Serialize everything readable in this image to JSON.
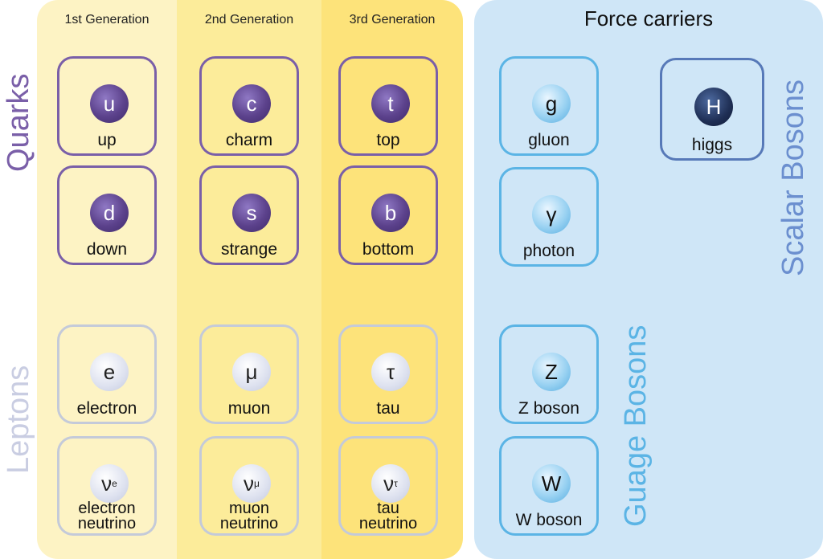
{
  "generations": [
    "1st Generation",
    "2nd Generation",
    "3rd Generation"
  ],
  "force_carriers_title": "Force carriers",
  "side_labels": {
    "quarks": "Quarks",
    "leptons": "Leptons",
    "scalar_bosons": "Scalar Bosons",
    "gauge_bosons": "Guage Bosons"
  },
  "quarks": [
    {
      "symbol": "u",
      "name": "up"
    },
    {
      "symbol": "c",
      "name": "charm"
    },
    {
      "symbol": "t",
      "name": "top"
    },
    {
      "symbol": "d",
      "name": "down"
    },
    {
      "symbol": "s",
      "name": "strange"
    },
    {
      "symbol": "b",
      "name": "bottom"
    }
  ],
  "leptons": [
    {
      "symbol": "e",
      "name": "electron"
    },
    {
      "symbol": "μ",
      "name": "muon"
    },
    {
      "symbol": "τ",
      "name": "tau"
    },
    {
      "symbol": "ν",
      "sub": "e",
      "name_line1": "electron",
      "name_line2": "neutrino"
    },
    {
      "symbol": "ν",
      "sub": "μ",
      "name_line1": "muon",
      "name_line2": "neutrino"
    },
    {
      "symbol": "ν",
      "sub": "τ",
      "name_line1": "tau",
      "name_line2": "neutrino"
    }
  ],
  "gauge_bosons": [
    {
      "symbol": "g",
      "name": "gluon"
    },
    {
      "symbol": "γ",
      "name": "photon"
    },
    {
      "symbol": "Z",
      "name": "Z boson"
    },
    {
      "symbol": "W",
      "name": "W boson"
    }
  ],
  "scalar_bosons": [
    {
      "symbol": "H",
      "name": "higgs"
    }
  ],
  "colors": {
    "quark": "#7a5fa8",
    "lepton": "#c4cad9",
    "gauge": "#5bb4e5",
    "scalar": "#5779b8",
    "gen1_bg": "#fdf3c4",
    "gen2_bg": "#fcec9a",
    "gen3_bg": "#fde37a",
    "force_bg": "#cfe6f7"
  }
}
